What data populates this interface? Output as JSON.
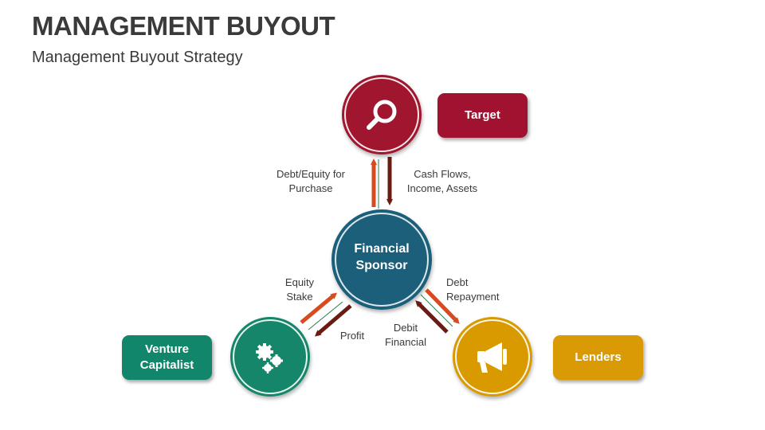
{
  "title": "MANAGEMENT BUYOUT",
  "subtitle": "Management Buyout Strategy",
  "center": {
    "label": "Financial\nSponsor",
    "color": "#1a5f7a"
  },
  "nodes": {
    "target": {
      "label": "Target",
      "color": "#a0122f",
      "icon": "search-icon"
    },
    "venture": {
      "label": "Venture\nCapitalist",
      "color": "#12866a",
      "icon": "gears-icon"
    },
    "lenders": {
      "label": "Lenders",
      "color": "#d99a06",
      "icon": "megaphone-icon"
    }
  },
  "flows": {
    "debt_equity": "Debt/Equity for\nPurchase",
    "cash_flows": "Cash Flows,\nIncome, Assets",
    "equity_stake": "Equity\nStake",
    "profit": "Profit",
    "debt_repayment": "Debt\nRepayment",
    "debit_financial": "Debit\nFinancial"
  },
  "arrow_colors": {
    "up": "#d84a20",
    "down": "#6b1c12"
  }
}
